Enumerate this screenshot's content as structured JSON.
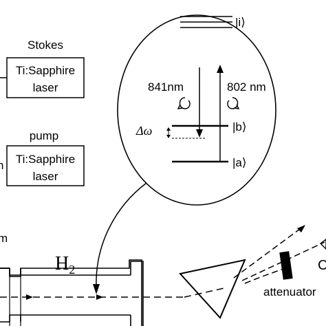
{
  "stokes_box": {
    "heading": "Stokes",
    "line1": "Ti:Sapphire",
    "line2": "laser"
  },
  "pump_box": {
    "heading": "pump",
    "line1": "Ti:Sapphire",
    "line2": "laser"
  },
  "left_edge_fragment": "m",
  "pump_edge_fragment": "n",
  "levels": {
    "upper": "|i⟩",
    "middle": "|b⟩",
    "lower": "|a⟩"
  },
  "transitions": {
    "down_wavelength": "841nm",
    "up_wavelength": "802 nm"
  },
  "detuning": {
    "symbol": "Δω"
  },
  "cell": {
    "label_main": "H",
    "label_sub": "2"
  },
  "attenuator": {
    "label": "attenuator"
  },
  "right_edge_fragment": "C"
}
